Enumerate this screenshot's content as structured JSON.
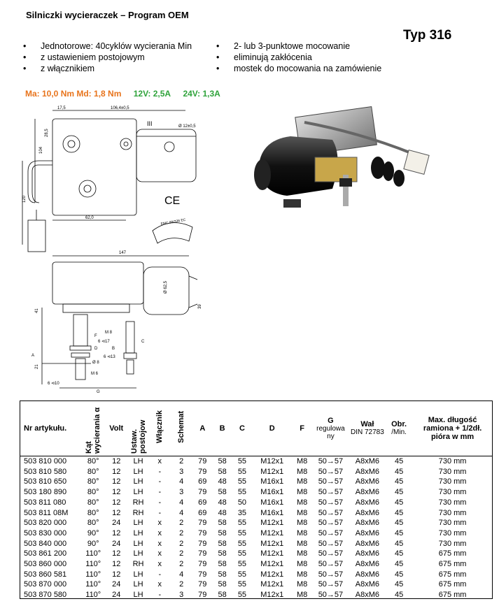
{
  "title": "Silniczki wycieraczek – Program OEM",
  "type_label": "Typ 316",
  "features_left": [
    "Jednotorowe: 40cyklów wycierania  Min",
    "z ustawieniem  postojowym",
    "z włącznikiem"
  ],
  "features_right": [
    "2- lub 3-punktowe mocowanie",
    "eliminują zakłócenia",
    "mostek do mocowania na zamówienie"
  ],
  "specs": {
    "torque": "Ma: 10,0 Nm Md: 1,8 Nm",
    "v12": "12V: 2,5A",
    "v24": "24V: 1,3A"
  },
  "colors": {
    "orange": "#e8741c",
    "green": "#2fa33b"
  },
  "drawing_labels": {
    "d1": "17,5",
    "d2": "106,4±0,5",
    "d3": "III",
    "d4": "Ø 12±0,5",
    "d5": "28,5",
    "d6": "104",
    "d7": "120",
    "d8": "62,0",
    "d9": "CE",
    "d10": "EMC 89/336 EC",
    "d11": "147",
    "d12": "Ø 62,5",
    "d13": "41",
    "d14": "39",
    "d15": "M 8",
    "d16": "6 ⊲17",
    "d17": "F",
    "d18": "D",
    "d19": "6 ⊲13",
    "d20": "Ø 8",
    "d21": "A",
    "d22": "B",
    "d23": "C",
    "d24": "M 6",
    "d25": "6 ⊲10",
    "d26": "G",
    "d27": "21"
  },
  "table": {
    "headers": {
      "art": "Nr artykułu.",
      "kat": "Kąt wycierania α",
      "volt": "Volt",
      "ust": "Ustaw. postojow",
      "wlacznik": "Włącznik",
      "schemat": "Schemat",
      "a": "A",
      "b": "B",
      "c": "C",
      "d": "D",
      "f": "F",
      "g_main": "G",
      "g_sub": "regulowa ny",
      "wal_main": "Wał",
      "wal_sub": "DIN 72783",
      "obr_main": "Obr.",
      "obr_sub": "/Min.",
      "max": "Max. długość ramiona + 1/2dł. pióra w mm"
    },
    "rows": [
      [
        "503 810 000",
        "80°",
        "12",
        "LH",
        "x",
        "2",
        "79",
        "58",
        "55",
        "M12x1",
        "M8",
        "50→57",
        "A8xM6",
        "45",
        "730 mm"
      ],
      [
        "503 810 580",
        "80°",
        "12",
        "LH",
        "-",
        "3",
        "79",
        "58",
        "55",
        "M12x1",
        "M8",
        "50→57",
        "A8xM6",
        "45",
        "730 mm"
      ],
      [
        "503 810 650",
        "80°",
        "12",
        "LH",
        "-",
        "4",
        "69",
        "48",
        "55",
        "M16x1",
        "M8",
        "50→57",
        "A8xM6",
        "45",
        "730 mm"
      ],
      [
        "503 180 890",
        "80°",
        "12",
        "LH",
        "-",
        "3",
        "79",
        "58",
        "55",
        "M16x1",
        "M8",
        "50→57",
        "A8xM6",
        "45",
        "730 mm"
      ],
      [
        "503 811 080",
        "80°",
        "12",
        "RH",
        "-",
        "4",
        "69",
        "48",
        "50",
        "M16x1",
        "M8",
        "50→57",
        "A8xM6",
        "45",
        "730 mm"
      ],
      [
        "503 811 08M",
        "80°",
        "12",
        "RH",
        "-",
        "4",
        "69",
        "48",
        "35",
        "M16x1",
        "M8",
        "50→57",
        "A8xM6",
        "45",
        "730 mm"
      ],
      [
        "503 820 000",
        "80°",
        "24",
        "LH",
        "x",
        "2",
        "79",
        "58",
        "55",
        "M12x1",
        "M8",
        "50→57",
        "A8xM6",
        "45",
        "730 mm"
      ],
      [
        "503 830 000",
        "90°",
        "12",
        "LH",
        "x",
        "2",
        "79",
        "58",
        "55",
        "M12x1",
        "M8",
        "50→57",
        "A8xM6",
        "45",
        "730 mm"
      ],
      [
        "503 840 000",
        "90°",
        "24",
        "LH",
        "x",
        "2",
        "79",
        "58",
        "55",
        "M12x1",
        "M8",
        "50→57",
        "A8xM6",
        "45",
        "730 mm"
      ],
      [
        "503 861 200",
        "110°",
        "12",
        "LH",
        "x",
        "2",
        "79",
        "58",
        "55",
        "M12x1",
        "M8",
        "50→57",
        "A8xM6",
        "45",
        "675 mm"
      ],
      [
        "503 860 000",
        "110°",
        "12",
        "RH",
        "x",
        "2",
        "79",
        "58",
        "55",
        "M12x1",
        "M8",
        "50→57",
        "A8xM6",
        "45",
        "675 mm"
      ],
      [
        "503 860 581",
        "110°",
        "12",
        "LH",
        "-",
        "4",
        "79",
        "58",
        "55",
        "M12x1",
        "M8",
        "50→57",
        "A8xM6",
        "45",
        "675 mm"
      ],
      [
        "503 870 000",
        "110°",
        "24",
        "LH",
        "x",
        "2",
        "79",
        "58",
        "55",
        "M12x1",
        "M8",
        "50→57",
        "A8xM6",
        "45",
        "675 mm"
      ],
      [
        "503 870 580",
        "110°",
        "24",
        "LH",
        "-",
        "3",
        "79",
        "58",
        "55",
        "M12x1",
        "M8",
        "50→57",
        "A8xM6",
        "45",
        "675 mm"
      ]
    ]
  }
}
